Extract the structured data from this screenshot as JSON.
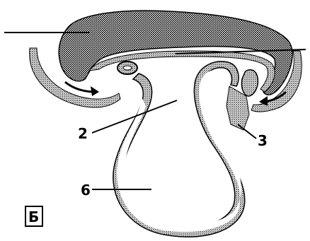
{
  "labels": {
    "label_2": "2",
    "label_3": "3",
    "label_6": "6"
  },
  "panel_letter": "Б",
  "colors": {
    "outline": "#000000",
    "mesoderm_dots": "#8a8a8a",
    "membrane_gray": "#a8a8a8",
    "background": "#ffffff"
  }
}
